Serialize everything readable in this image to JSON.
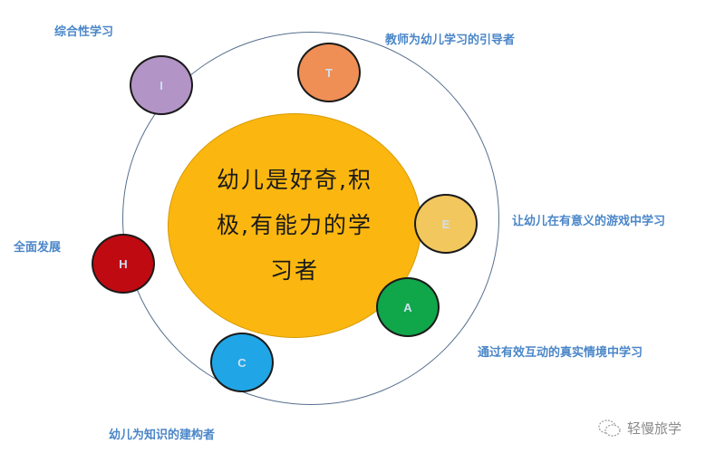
{
  "diagram": {
    "center": {
      "text": "幼儿是好奇,积极,有能力的学习者",
      "color": "#fbb710"
    },
    "nodes": [
      {
        "letter": "I",
        "label": "综合性学习",
        "color": "#b394c6"
      },
      {
        "letter": "T",
        "label": "教师为幼儿学习的引导者",
        "color": "#ef8f55"
      },
      {
        "letter": "E",
        "label": "让幼儿在有意义的游戏中学习",
        "color": "#f2c75e"
      },
      {
        "letter": "A",
        "label": "通过有效互动的真实情境中学习",
        "color": "#10a64a"
      },
      {
        "letter": "C",
        "label": "幼儿为知识的建构者",
        "color": "#20a6e6"
      },
      {
        "letter": "H",
        "label": "全面发展",
        "color": "#c00a12"
      }
    ],
    "ring_color": "#56708e",
    "label_color": "#4a86c8"
  },
  "watermark": {
    "text": "轻慢旅学",
    "icon": "wechat-icon"
  }
}
